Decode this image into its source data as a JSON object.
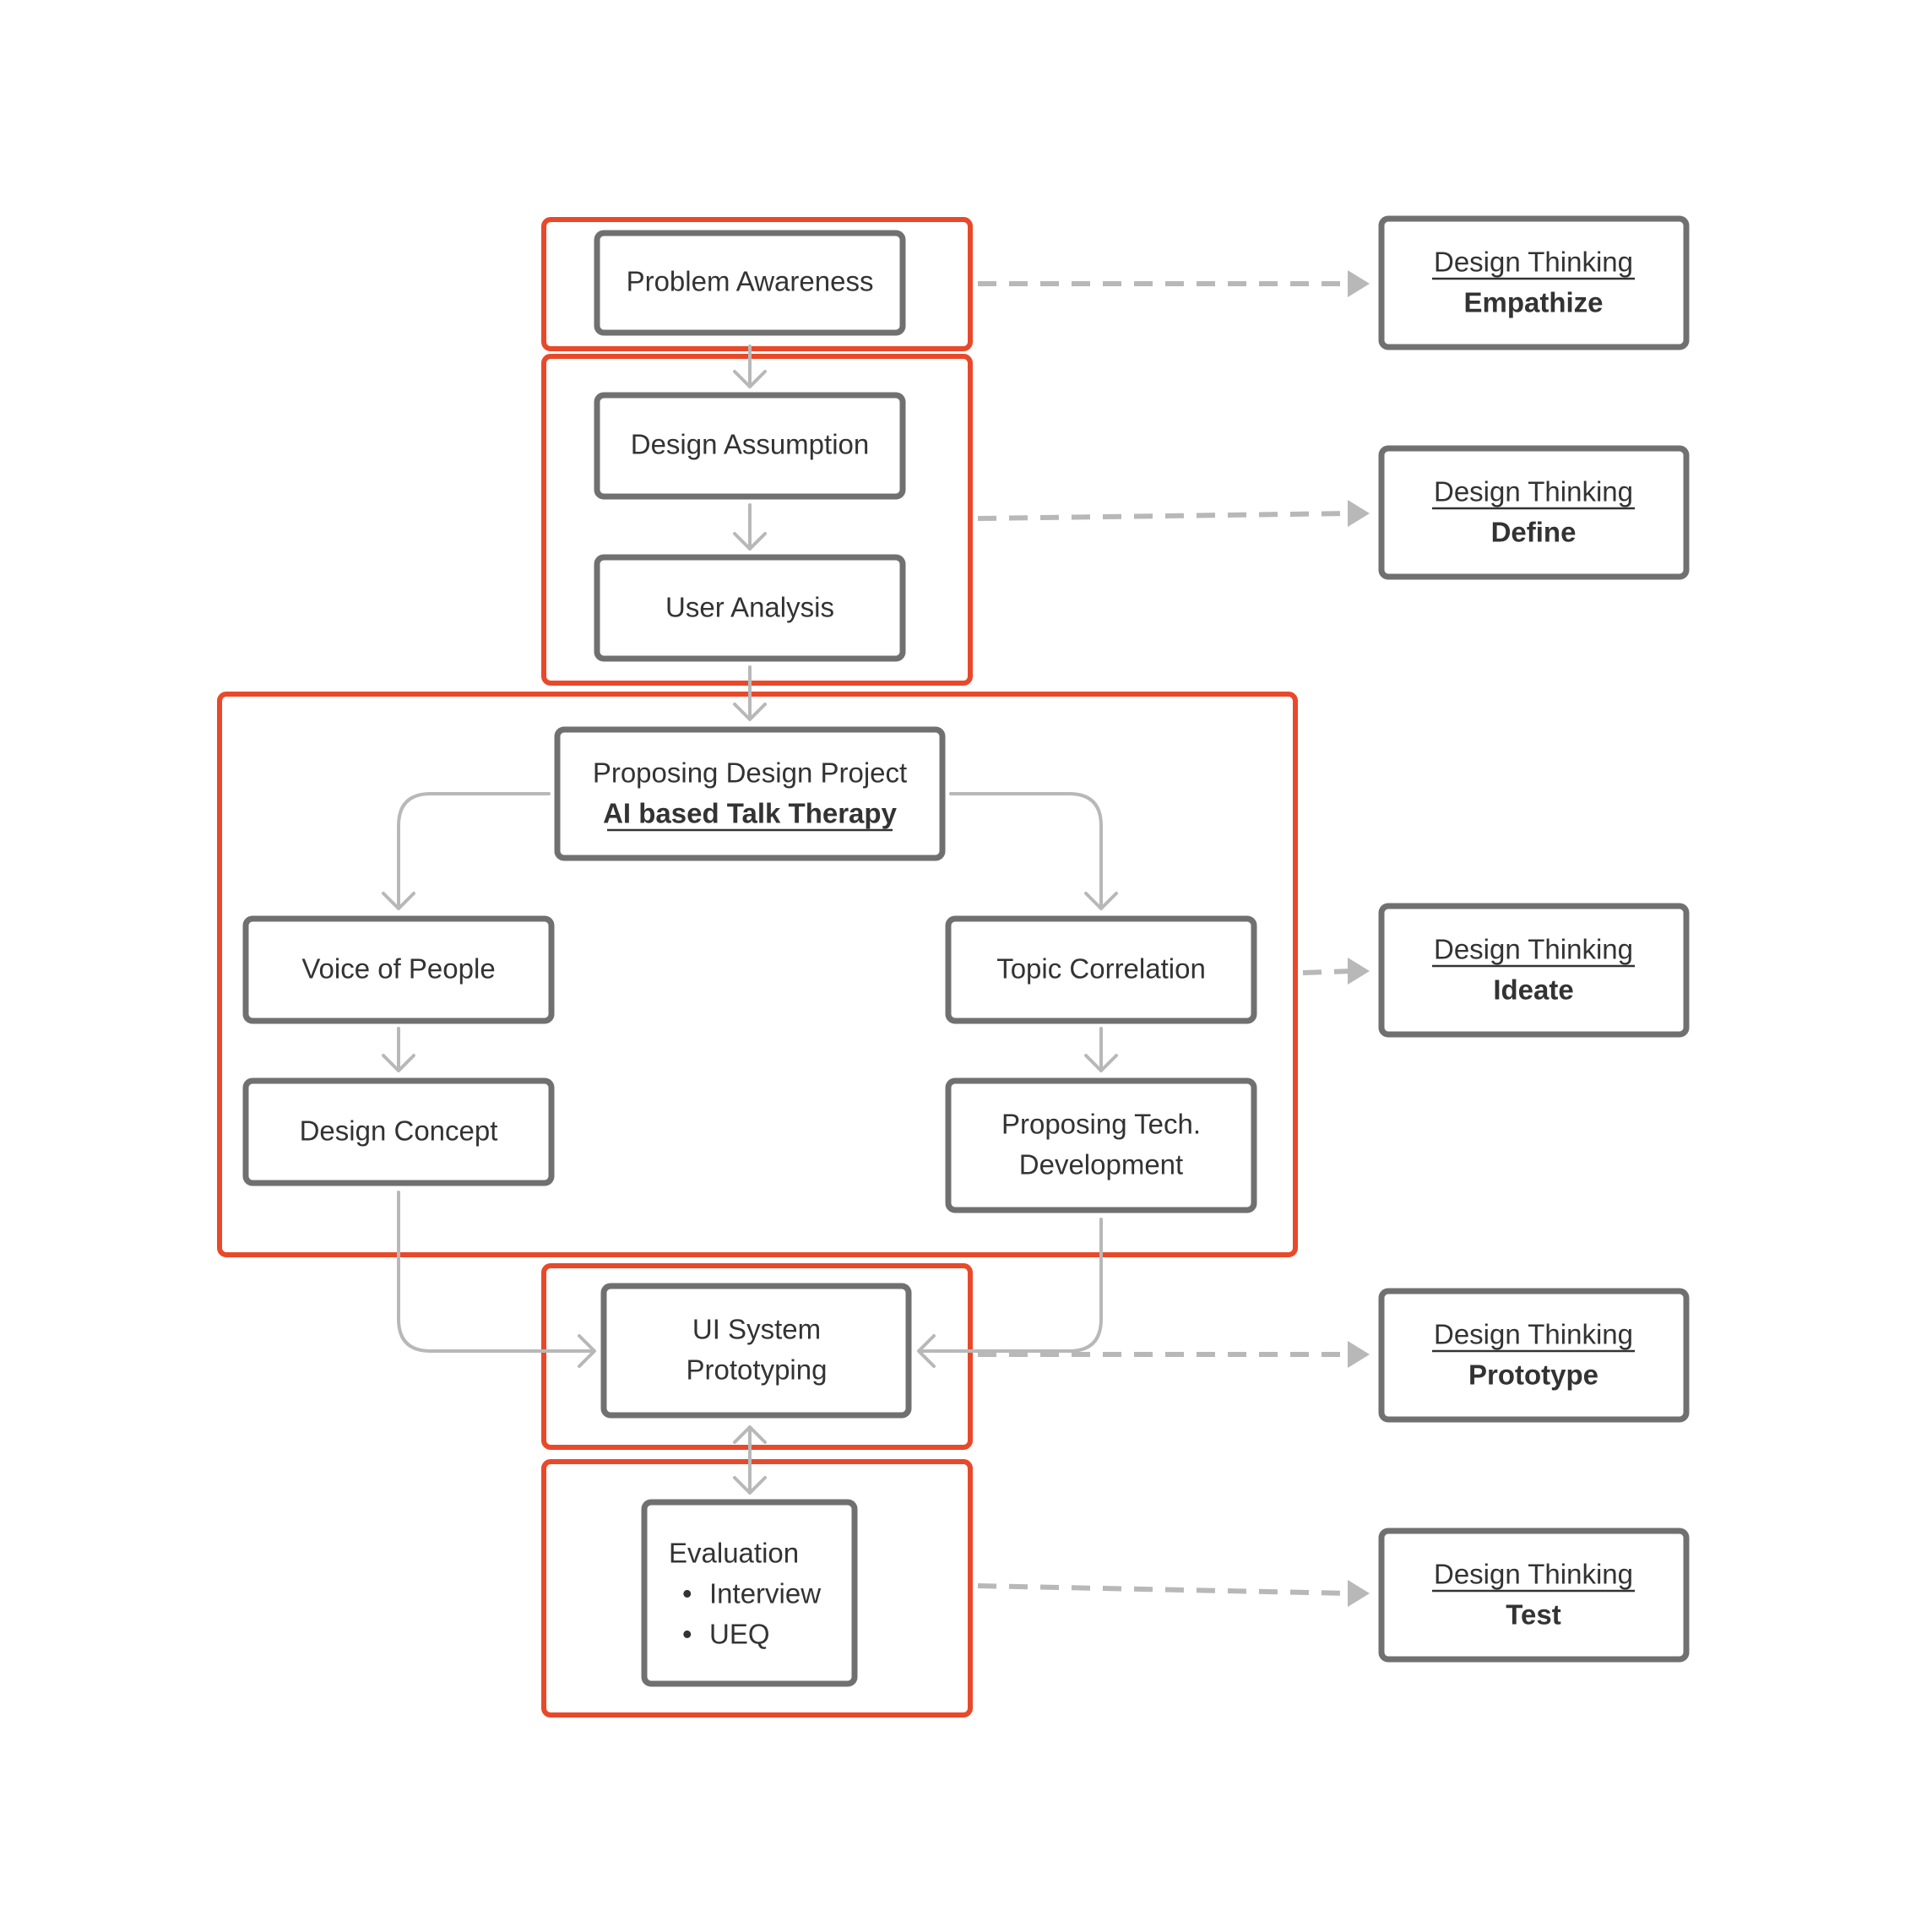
{
  "colors": {
    "group_frame": "#e8492a",
    "node_border": "#707070",
    "connector": "#b8b8b8",
    "text": "#333333",
    "background": "#ffffff"
  },
  "nodes": {
    "problem_awareness": "Problem Awareness",
    "design_assumption": "Design Assumption",
    "user_analysis": "User Analysis",
    "proposing_project_line1": "Proposing Design Project",
    "proposing_project_line2": "AI based Talk Therapy",
    "voice_of_people": "Voice of People",
    "topic_correlation": "Topic Correlation",
    "design_concept": "Design Concept",
    "proposing_tech_line1": "Proposing Tech.",
    "proposing_tech_line2": "Development",
    "ui_system_line1": "UI System",
    "ui_system_line2": "Prototyping",
    "evaluation_title": "Evaluation",
    "evaluation_items": [
      "Interview",
      "UEQ"
    ],
    "bullet_glyph": "•"
  },
  "stages": [
    {
      "line1": "Design Thinking",
      "line2": "Empathize"
    },
    {
      "line1": "Design Thinking",
      "line2": "Define"
    },
    {
      "line1": "Design Thinking",
      "line2": "Ideate"
    },
    {
      "line1": "Design Thinking",
      "line2": "Prototype"
    },
    {
      "line1": "Design Thinking",
      "line2": "Test"
    }
  ]
}
